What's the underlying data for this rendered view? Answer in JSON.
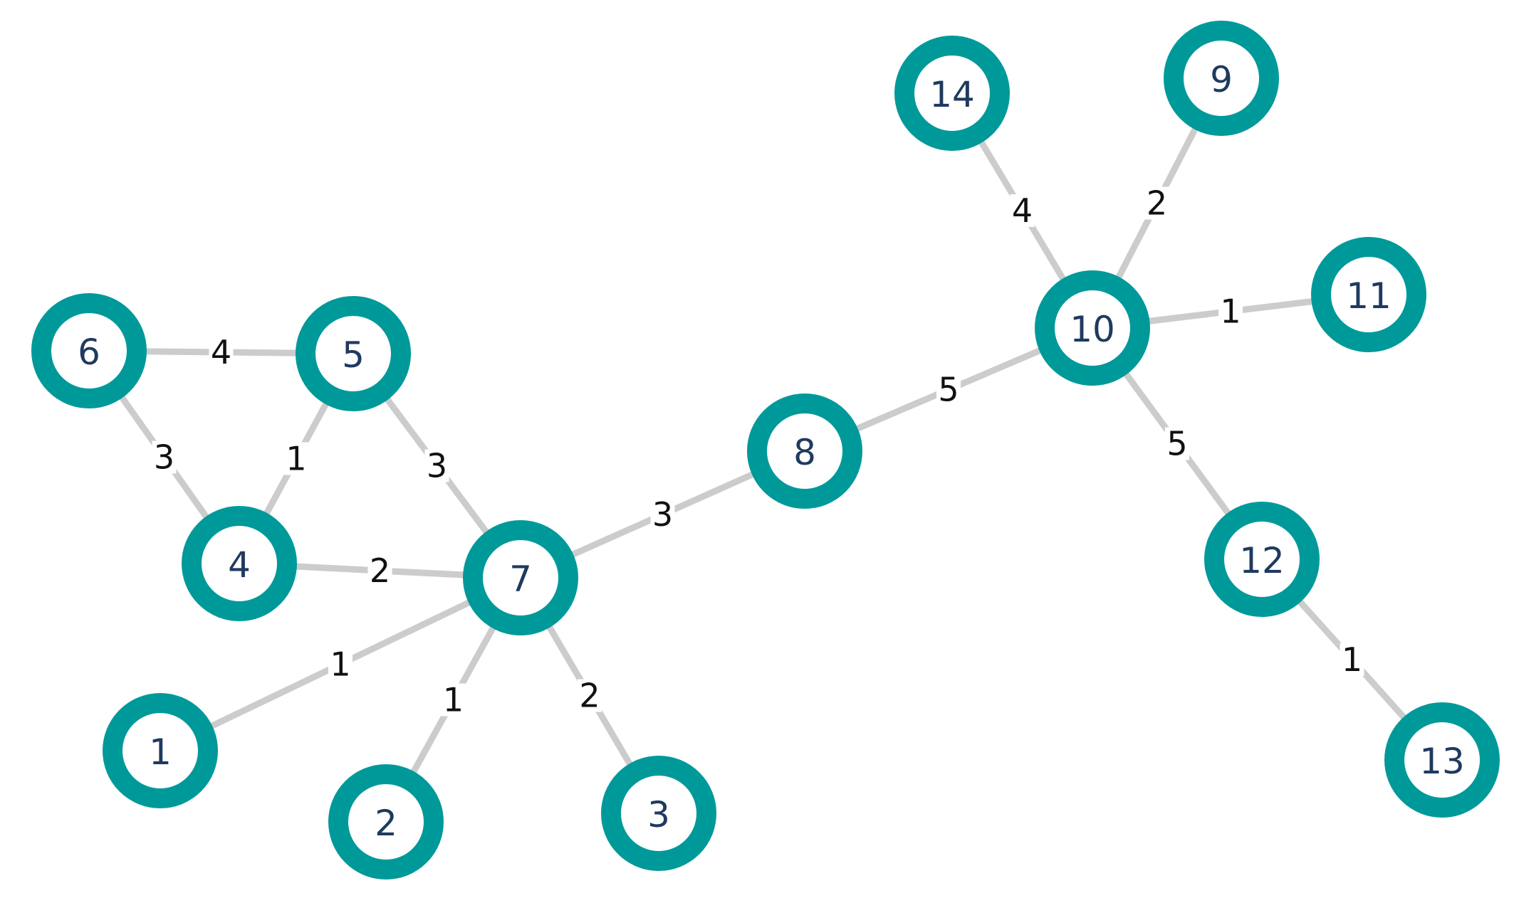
{
  "graph": {
    "colors": {
      "node_ring": "#00999A",
      "node_fill": "#FFFFFF",
      "node_label": "#1F3A5F",
      "edge": "#CCCCCC",
      "edge_label": "#111111"
    },
    "nodes": [
      {
        "id": "1",
        "label": "1"
      },
      {
        "id": "2",
        "label": "2"
      },
      {
        "id": "3",
        "label": "3"
      },
      {
        "id": "4",
        "label": "4"
      },
      {
        "id": "5",
        "label": "5"
      },
      {
        "id": "6",
        "label": "6"
      },
      {
        "id": "7",
        "label": "7"
      },
      {
        "id": "8",
        "label": "8"
      },
      {
        "id": "9",
        "label": "9"
      },
      {
        "id": "10",
        "label": "10"
      },
      {
        "id": "11",
        "label": "11"
      },
      {
        "id": "12",
        "label": "12"
      },
      {
        "id": "13",
        "label": "13"
      },
      {
        "id": "14",
        "label": "14"
      }
    ],
    "edges": [
      {
        "source": "6",
        "target": "5",
        "weight": "4"
      },
      {
        "source": "6",
        "target": "4",
        "weight": "3"
      },
      {
        "source": "5",
        "target": "4",
        "weight": "1"
      },
      {
        "source": "5",
        "target": "7",
        "weight": "3"
      },
      {
        "source": "4",
        "target": "7",
        "weight": "2"
      },
      {
        "source": "7",
        "target": "1",
        "weight": "1"
      },
      {
        "source": "7",
        "target": "2",
        "weight": "1"
      },
      {
        "source": "7",
        "target": "3",
        "weight": "2"
      },
      {
        "source": "7",
        "target": "8",
        "weight": "3"
      },
      {
        "source": "8",
        "target": "10",
        "weight": "5"
      },
      {
        "source": "10",
        "target": "14",
        "weight": "4"
      },
      {
        "source": "10",
        "target": "9",
        "weight": "2"
      },
      {
        "source": "10",
        "target": "11",
        "weight": "1"
      },
      {
        "source": "10",
        "target": "12",
        "weight": "5"
      },
      {
        "source": "12",
        "target": "13",
        "weight": "1"
      }
    ]
  }
}
